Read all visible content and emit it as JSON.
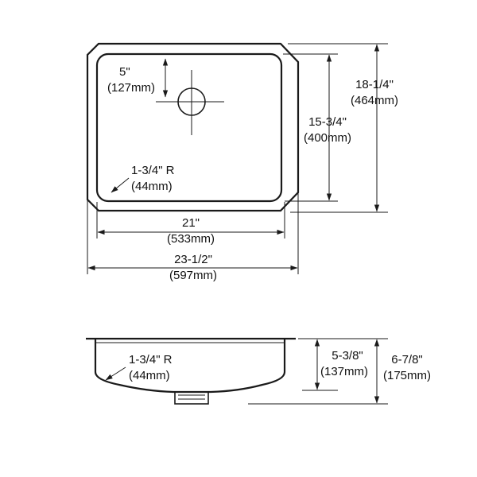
{
  "colors": {
    "line": "#1a1a1a",
    "text": "#111111",
    "background": "#ffffff"
  },
  "top_view": {
    "drain_offset": {
      "imperial": "5\"",
      "metric": "(127mm)"
    },
    "corner_radius": {
      "imperial": "1-3/4\" R",
      "metric": "(44mm)"
    },
    "inner_width": {
      "imperial": "21\"",
      "metric": "(533mm)"
    },
    "outer_width": {
      "imperial": "23-1/2\"",
      "metric": "(597mm)"
    },
    "inner_length": {
      "imperial": "15-3/4\"",
      "metric": "(400mm)"
    },
    "outer_length": {
      "imperial": "18-1/4\"",
      "metric": "(464mm)"
    }
  },
  "side_view": {
    "corner_radius": {
      "imperial": "1-3/4\" R",
      "metric": "(44mm)"
    },
    "bowl_depth": {
      "imperial": "5-3/8\"",
      "metric": "(137mm)"
    },
    "overall_depth": {
      "imperial": "6-7/8\"",
      "metric": "(175mm)"
    }
  }
}
